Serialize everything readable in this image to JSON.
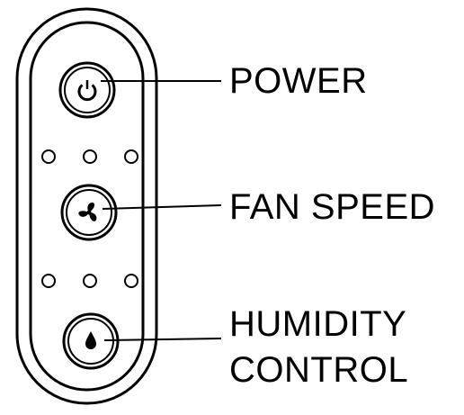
{
  "labels": {
    "power": "POWER",
    "fan_speed": "FAN SPEED",
    "humidity_line1": "HUMIDITY",
    "humidity_line2": "CONTROL"
  },
  "buttons": [
    {
      "name": "power-button",
      "icon": "power-icon"
    },
    {
      "name": "fan-speed-button",
      "icon": "fan-icon"
    },
    {
      "name": "humidity-control-button",
      "icon": "water-drop-icon"
    }
  ],
  "indicator_groups": [
    {
      "name": "fan-speed-indicators",
      "count": 3
    },
    {
      "name": "humidity-indicators",
      "count": 3
    }
  ],
  "colors": {
    "stroke": "#000000",
    "background": "#ffffff"
  }
}
